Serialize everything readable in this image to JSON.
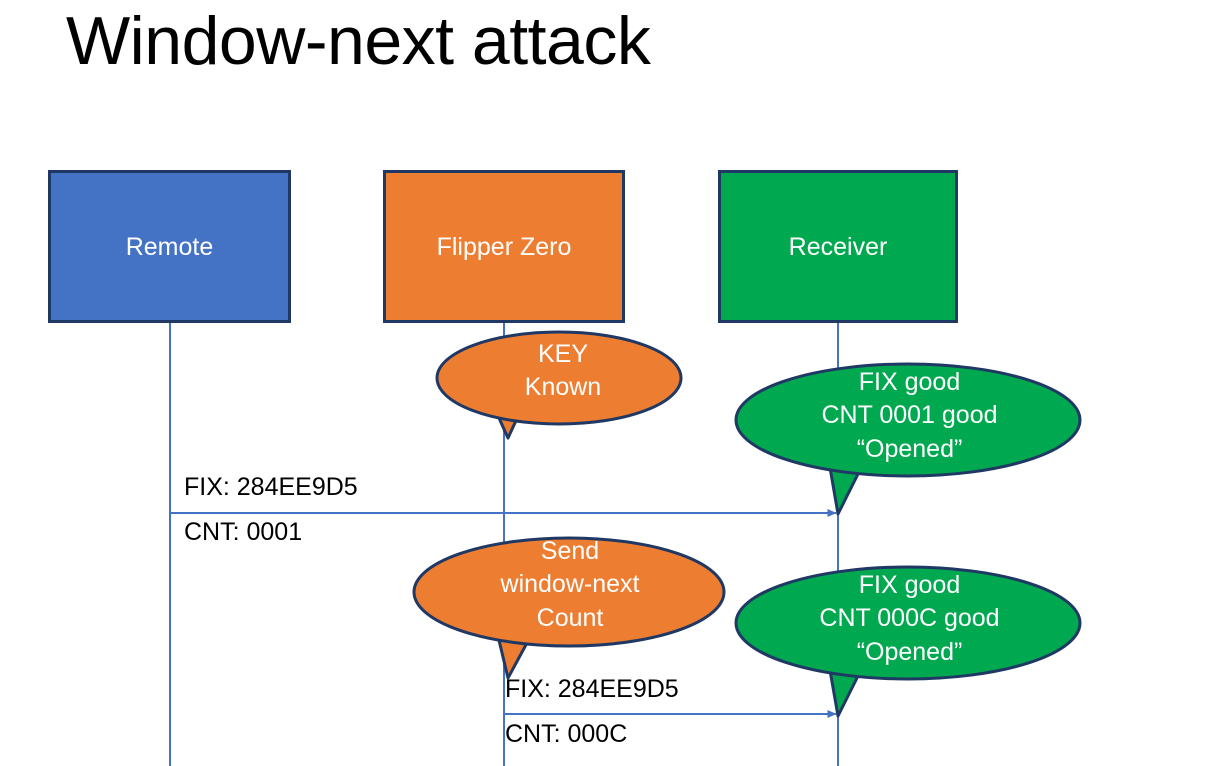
{
  "slide": {
    "title": "Window-next attack",
    "background": "#ffffff"
  },
  "colors": {
    "remote_fill": "#4472C4",
    "flipper_fill": "#ED7D31",
    "receiver_fill": "#00A94F",
    "shape_border": "#1F3864",
    "lifeline": "#4472C4",
    "arrow": "#4472C4",
    "shape_text": "#ffffff",
    "label_text": "#000000"
  },
  "actors": [
    {
      "id": "remote",
      "label": "Remote",
      "fill": "#4472C4"
    },
    {
      "id": "flipper",
      "label": "Flipper Zero",
      "fill": "#ED7D31"
    },
    {
      "id": "receiver",
      "label": "Receiver",
      "fill": "#00A94F"
    }
  ],
  "callouts": [
    {
      "id": "key-known",
      "owner": "flipper",
      "fill": "#ED7D31",
      "text": "KEY\nKnown"
    },
    {
      "id": "receiver-first-ok",
      "owner": "receiver",
      "fill": "#00A94F",
      "text": "FIX good\nCNT 0001 good\n“Opened”"
    },
    {
      "id": "send-window-next",
      "owner": "flipper",
      "fill": "#ED7D31",
      "text": "Send\nwindow-next\nCount"
    },
    {
      "id": "receiver-second-ok",
      "owner": "receiver",
      "fill": "#00A94F",
      "text": "FIX good\nCNT 000C good\n“Opened”"
    }
  ],
  "messages": [
    {
      "id": "msg-remote-to-receiver",
      "from": "remote",
      "to": "receiver",
      "fix_label": "FIX: 284EE9D5",
      "cnt_label": "CNT: 0001"
    },
    {
      "id": "msg-flipper-to-receiver",
      "from": "flipper",
      "to": "receiver",
      "fix_label": "FIX: 284EE9D5",
      "cnt_label": "CNT: 000C"
    }
  ]
}
